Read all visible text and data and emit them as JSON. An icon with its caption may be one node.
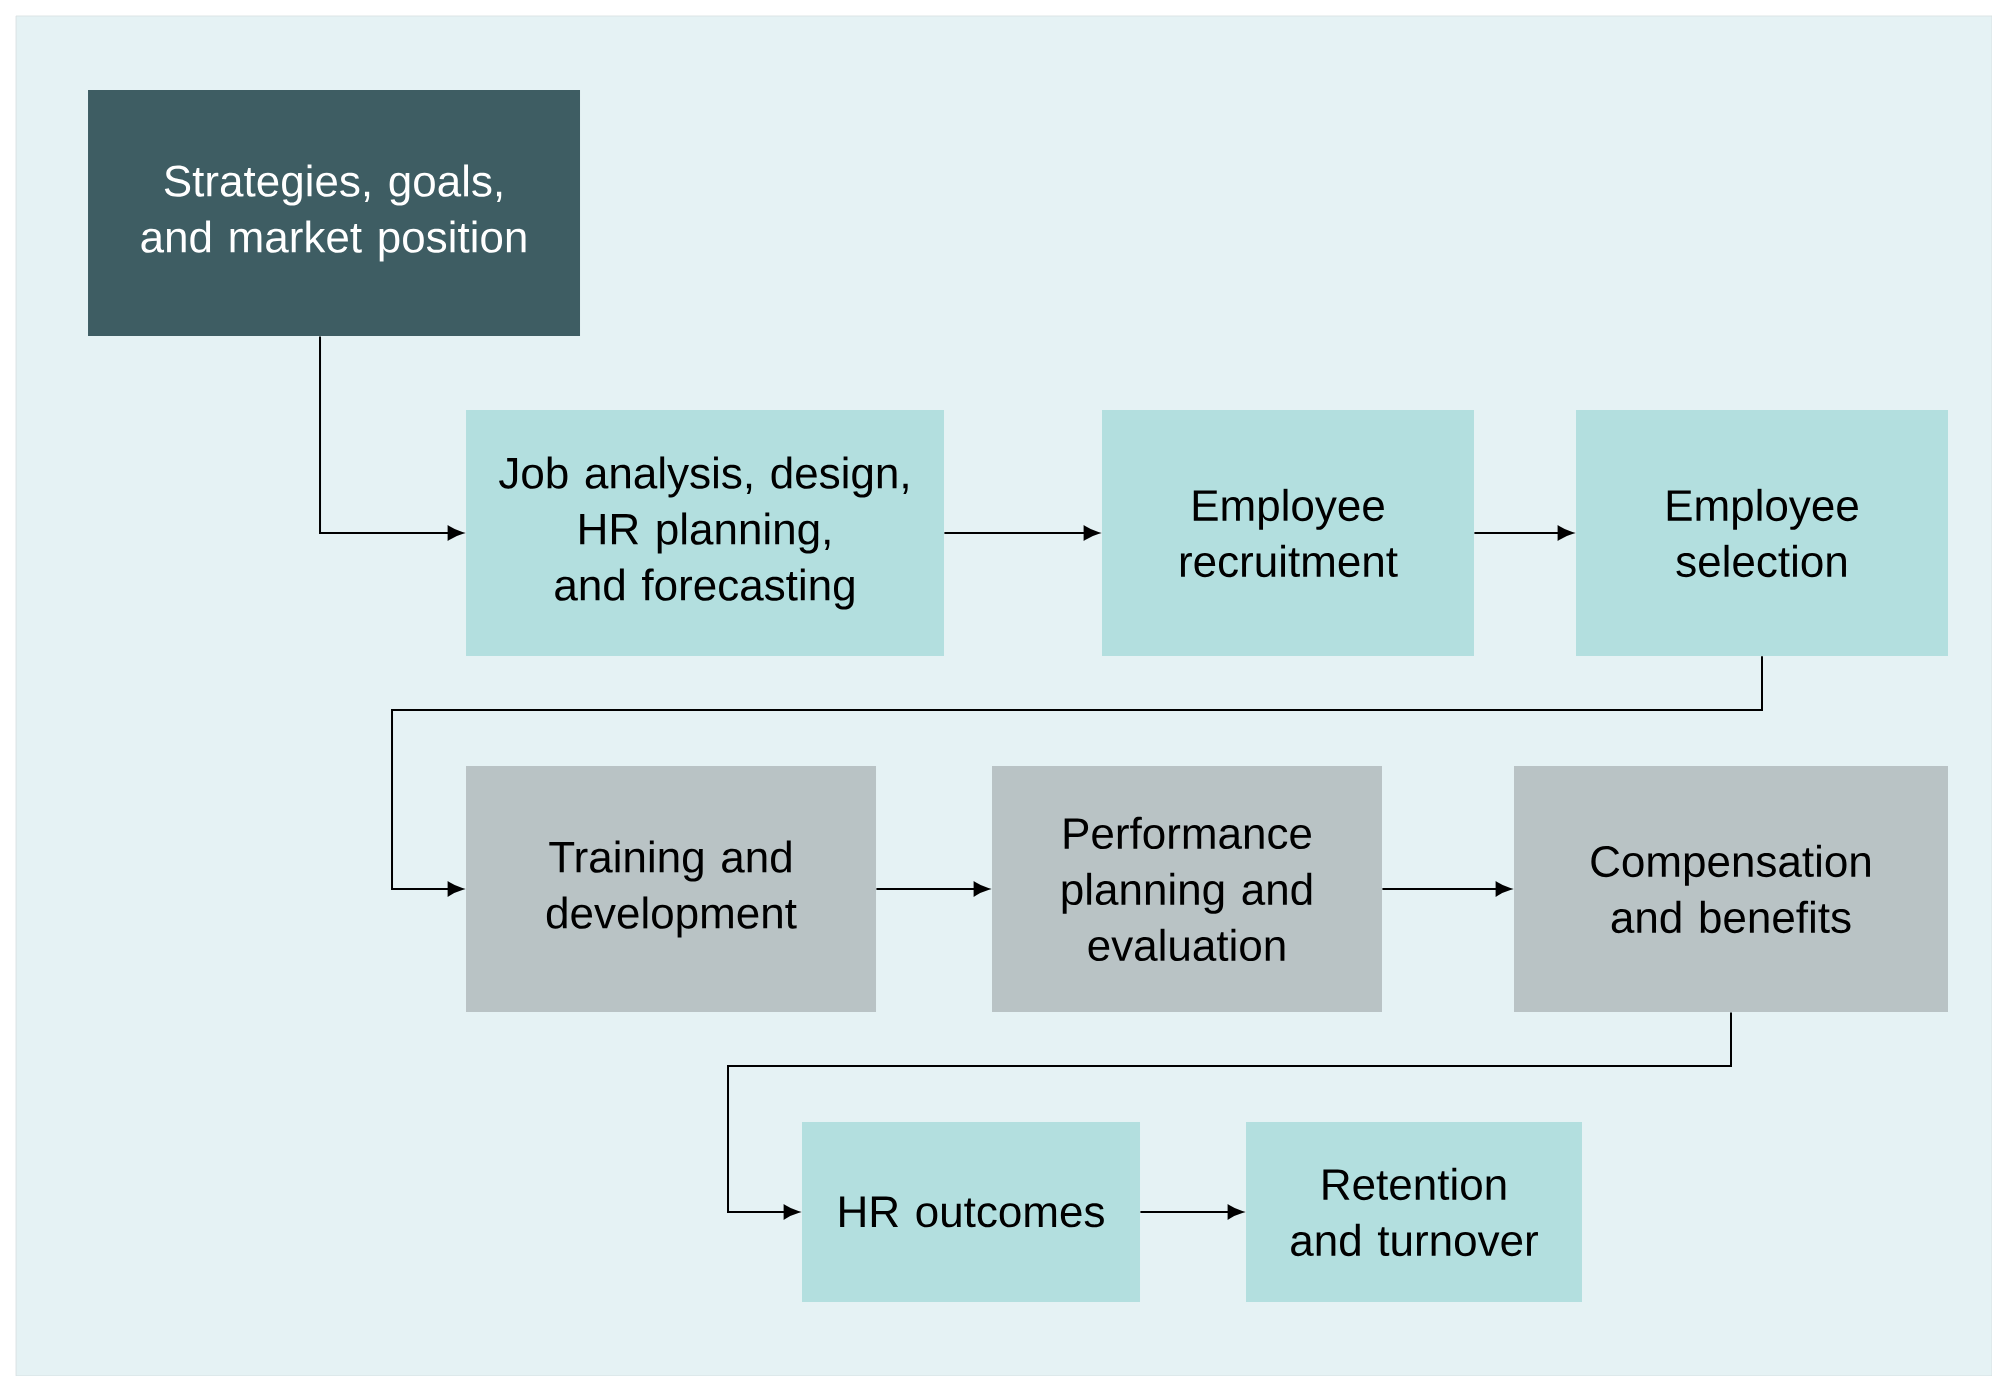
{
  "diagram": {
    "nodes": [
      {
        "text": [
          "Strategies, goals, and market position"
        ]
      },
      {
        "text": [
          "Job analysis, design, HR planning, and forecasting"
        ]
      },
      {
        "text": [
          "Employee recruitment"
        ]
      },
      {
        "text": [
          "Employee selection"
        ]
      },
      {
        "text": [
          "Training and development"
        ]
      },
      {
        "text": [
          "Performance planning and evaluation"
        ]
      },
      {
        "text": [
          "Compensation and benefits"
        ]
      },
      {
        "text": [
          "HR outcomes"
        ]
      },
      {
        "text": [
          "Retention and turnover"
        ]
      }
    ],
    "edges": [
      {
        "from": 0,
        "to": 1,
        "arrow": "to"
      },
      {
        "from": 1,
        "to": 2,
        "arrow": "to"
      },
      {
        "from": 2,
        "to": 3,
        "arrow": "to"
      },
      {
        "from": 3,
        "to": 4,
        "arrow": "to"
      },
      {
        "from": 4,
        "to": 5,
        "arrow": "to"
      },
      {
        "from": 5,
        "to": 6,
        "arrow": "to"
      },
      {
        "from": 6,
        "to": 7,
        "arrow": "to"
      },
      {
        "from": 7,
        "to": 8,
        "arrow": "to"
      }
    ]
  }
}
